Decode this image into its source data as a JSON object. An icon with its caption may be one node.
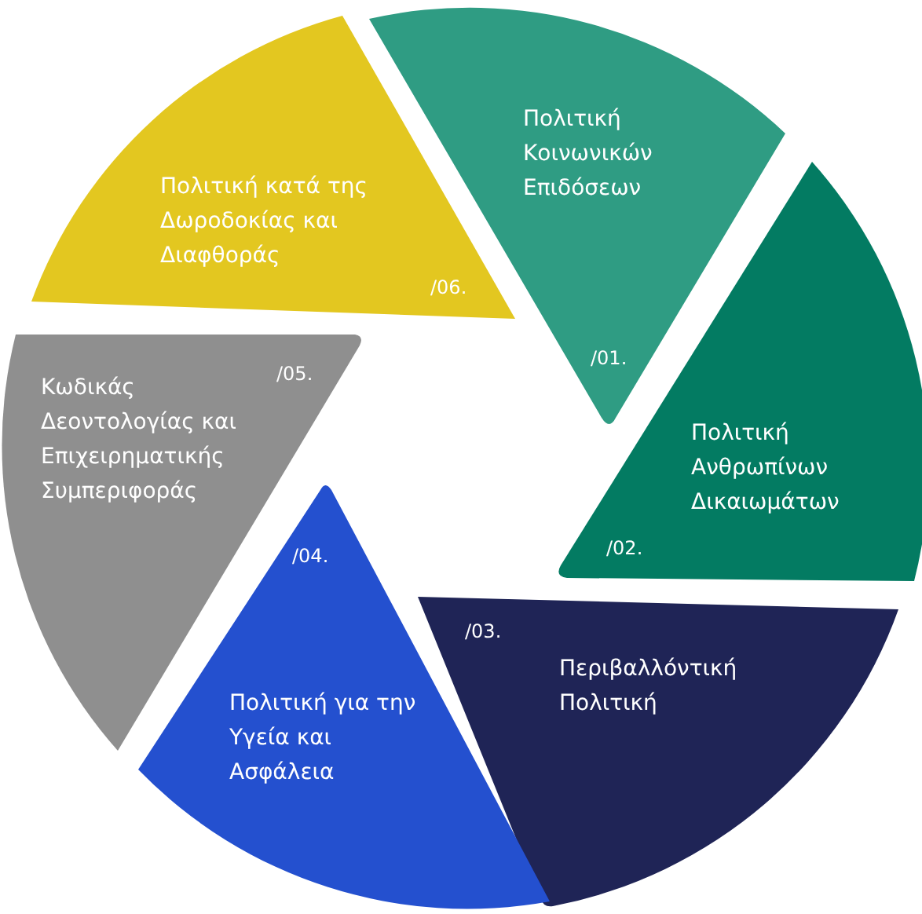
{
  "diagram": {
    "nodes": [
      {
        "text": [
          "Πολιτική Κοινωνικών Επιδόσεων",
          "/01."
        ]
      },
      {
        "text": [
          "Πολιτική Ανθρωπίνων Δικαιωμάτων",
          "/02."
        ]
      },
      {
        "text": [
          "/03.",
          "Περιβαλλόντική Πολιτική"
        ]
      },
      {
        "text": [
          "/04.",
          "Πολιτική για την Υγεία και Ασφάλεια"
        ]
      },
      {
        "text": [
          "/05.",
          "Κωδικάς Δεοντολογίας και Επιχειρηματικής Συμπεριφοράς"
        ]
      },
      {
        "text": [
          "Πολιτική κατά της Δωροδοκίας και Διαφθοράς",
          "/06."
        ]
      }
    ]
  }
}
